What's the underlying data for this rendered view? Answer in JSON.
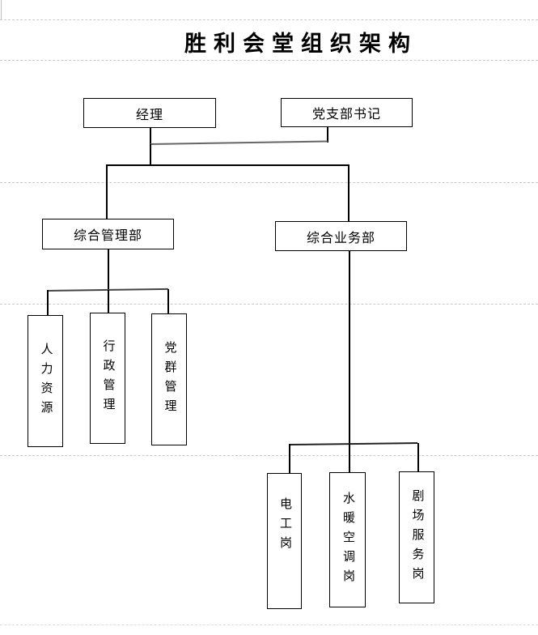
{
  "title": "胜利会堂组织架构",
  "nodes": {
    "manager": "经理",
    "party_secretary": "党支部书记",
    "general_management_dept": "综合管理部",
    "general_business_dept": "综合业务部",
    "human_resources": "人力资源",
    "administration": "行政管理",
    "party_masses": "党群管理",
    "electrician_post": "电工岗",
    "hvac_post": "水暖空调岗",
    "theater_service_post": "剧场服务岗"
  },
  "colors": {
    "box_border": "#000000",
    "text": "#000000",
    "gridline": "#c9c9c9",
    "background": "#ffffff"
  }
}
